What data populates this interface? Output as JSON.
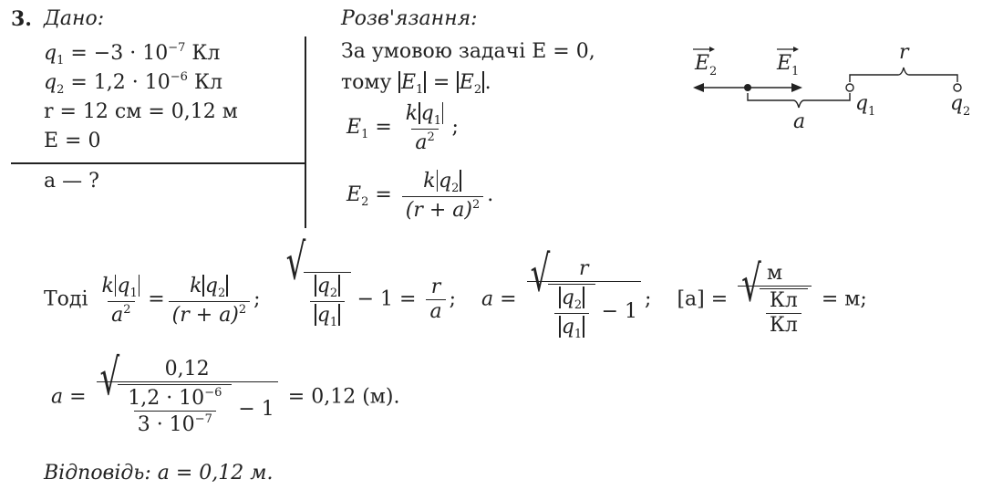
{
  "problem": {
    "number": "3.",
    "given_title": "Дано:",
    "solution_title": "Розв'язання:"
  },
  "given": {
    "q1": {
      "sym": "q",
      "sub": "1",
      "eq": "= −3 · 10",
      "exp": "−7",
      "unit": "Кл"
    },
    "q2": {
      "sym": "q",
      "sub": "2",
      "eq": "= 1,2 · 10",
      "exp": "−6",
      "unit": "Кл"
    },
    "r": {
      "text": "r = 12 см = 0,12 м"
    },
    "E": {
      "text": "E = 0"
    },
    "find": {
      "text": "a — ?"
    }
  },
  "solution": {
    "line1": "За умовою задачі E = 0,",
    "line2_prefix": "тому",
    "E1_label": "E",
    "E2_label": "E",
    "k": "k",
    "q": "q",
    "a": "a",
    "r_plus_a": "(r + a)",
    "sq": "2",
    "semicolon": ";",
    "period": "."
  },
  "diagram": {
    "E2_label": "E",
    "E2_sub": "2",
    "E1_label": "E",
    "E1_sub": "1",
    "r_label": "r",
    "a_label": "a",
    "q1_label": "q",
    "q1_sub": "1",
    "q2_label": "q",
    "q2_sub": "2"
  },
  "derivation": {
    "then": "Тоді",
    "minus_one": "− 1 =",
    "a_eq": "a =",
    "unit_check_lhs": "[a] =",
    "unit_m": "м",
    "unit_kl": "Кл",
    "unit_result": "= м;",
    "one": "1"
  },
  "calc": {
    "a_eq": "a =",
    "numerator": "0,12",
    "under_num": "1,2 · 10",
    "under_num_exp": "−6",
    "under_den": "3 · 10",
    "under_den_exp": "−7",
    "minus_one": "− 1",
    "result": "= 0,12 (м)."
  },
  "answer": {
    "label": "Відповідь:",
    "text": "a = 0,12 м."
  }
}
